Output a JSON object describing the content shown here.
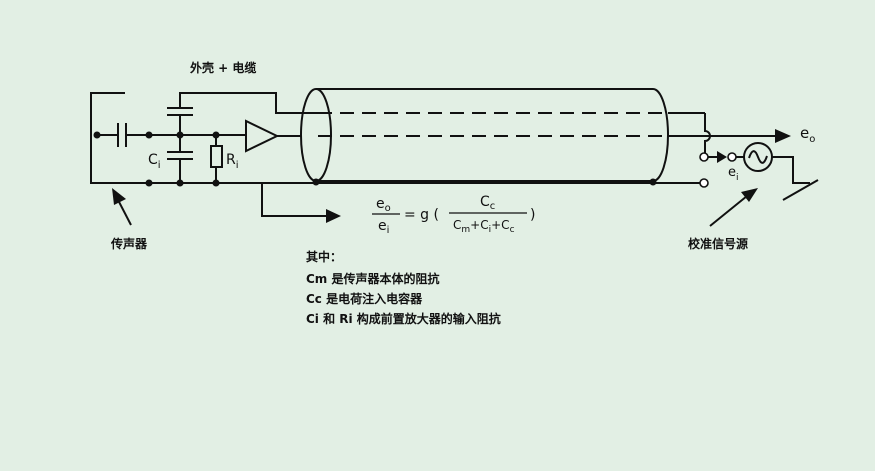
{
  "labels": {
    "shell_cable": "外壳 + 电缆",
    "sensor": "传声器",
    "calibration_source": "校准信号源",
    "ci_main": "C",
    "ci_sub": "i",
    "ri_main": "R",
    "ri_sub": "i",
    "eo_main": "e",
    "eo_sub": "o",
    "ei_main": "e",
    "ei_sub": "i"
  },
  "formula": {
    "num_main": "e",
    "num_sub": "o",
    "den_main": "e",
    "den_sub": "i",
    "mid": "= g (",
    "cc_main": "C",
    "cc_sub": "c",
    "d1_main": "C",
    "d1_sub": "m",
    "d2_main": "+C",
    "d2_sub": "i",
    "d3_main": "+C",
    "d3_sub": "c",
    "close": ")"
  },
  "notes": {
    "heading": "其中：",
    "line1": "Cm 是传声器本体的阻抗",
    "line2": "Cc 是电荷注入电容器",
    "line3": "Ci 和 Ri 构成前置放大器的输入阻抗"
  },
  "colors": {
    "background": "#e2efe4",
    "ink": "#111111"
  }
}
